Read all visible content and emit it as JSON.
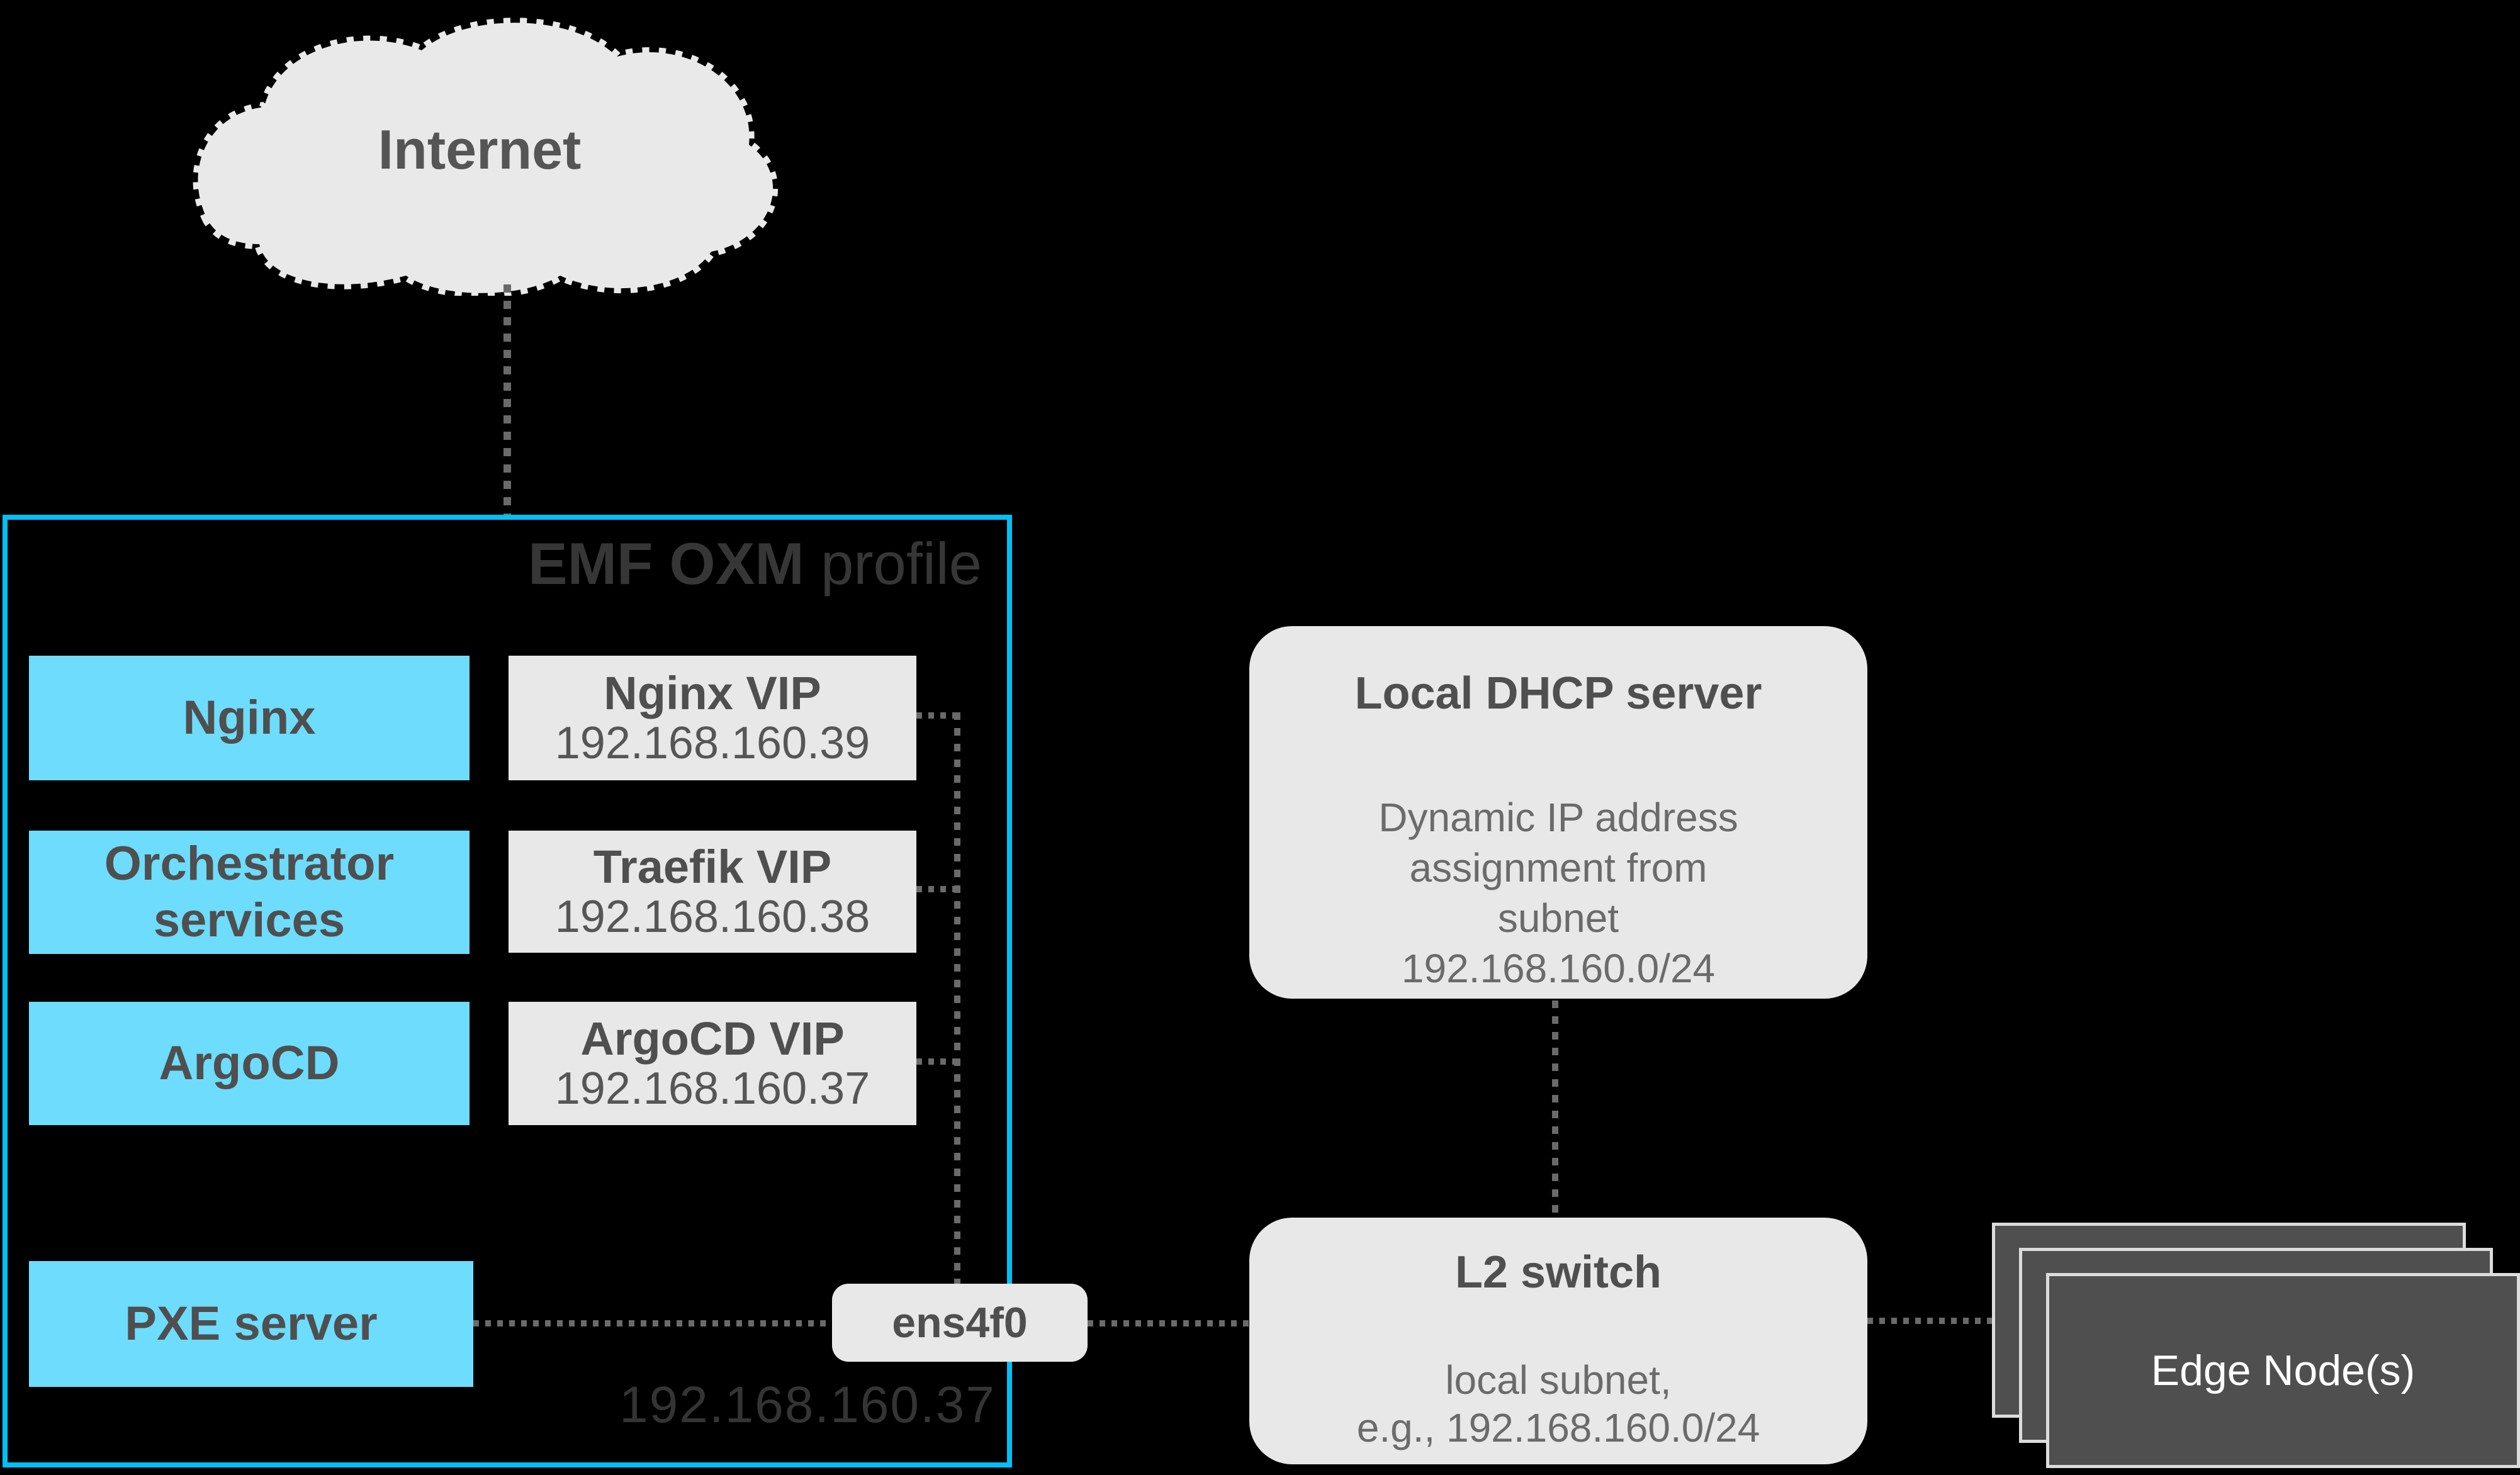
{
  "colors": {
    "background": "#000000",
    "accent_cyan": "#00c0f4",
    "service_fill": "#6edcfc",
    "panel_fill": "#e8e8e8",
    "dark_text": "#4f4f4f",
    "body_text": "#6b6b6b",
    "muted_title": "#363636",
    "muted_ip": "#343434",
    "connector": "#6a6a6a",
    "card_fill": "#4f4f4f",
    "card_border": "#dcdcdc",
    "cloud_fill": "#e9e9e9",
    "cloud_text": "#555555",
    "edge_text": "#ffffff"
  },
  "cloud": {
    "label": "Internet"
  },
  "emf_profile": {
    "title_bold": "EMF OXM",
    "title_regular": "profile",
    "services": [
      {
        "label": "Nginx"
      },
      {
        "label": "Orchestrator services"
      },
      {
        "label": "ArgoCD"
      },
      {
        "label": "PXE server"
      }
    ],
    "vips": [
      {
        "title": "Nginx VIP",
        "ip": "192.168.160.39"
      },
      {
        "title": "Traefik VIP",
        "ip": "192.168.160.38"
      },
      {
        "title": "ArgoCD VIP",
        "ip": "192.168.160.37"
      }
    ],
    "interface": {
      "label": "ens4f0"
    },
    "host_ip": "192.168.160.37"
  },
  "dhcp_server": {
    "title": "Local DHCP server",
    "body": [
      "Dynamic IP address",
      "assignment from",
      "subnet",
      "192.168.160.0/24"
    ]
  },
  "l2_switch": {
    "title": "L2 switch",
    "body": [
      "local subnet,",
      "e.g., 192.168.160.0/24"
    ]
  },
  "edge_nodes": {
    "label": "Edge Node(s)"
  }
}
